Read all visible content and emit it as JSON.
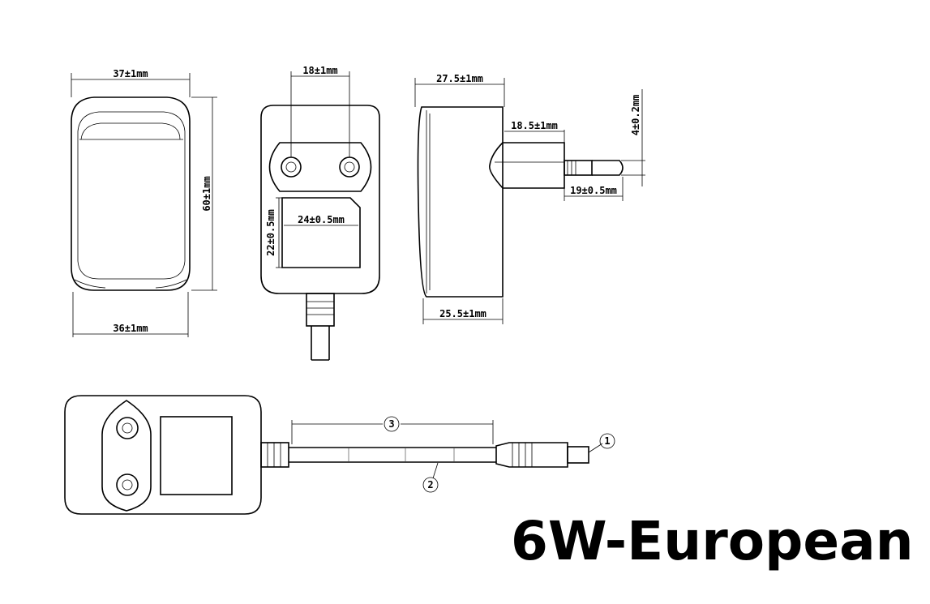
{
  "title": "6W-European",
  "dimensions": {
    "top_width": "37±1mm",
    "height": "60±1mm",
    "bottom_width": "36±1mm",
    "pin_spacing": "18±1mm",
    "label_width": "24±0.5mm",
    "label_height": "22±0.5mm",
    "side_depth_top": "27.5±1mm",
    "pin_base": "18.5±1mm",
    "pin_diameter": "4±0.2mm",
    "pin_length": "19±0.5mm",
    "side_depth_bottom": "25.5±1mm"
  },
  "callouts": {
    "connector": "1",
    "cable": "2",
    "cable_length": "3"
  }
}
